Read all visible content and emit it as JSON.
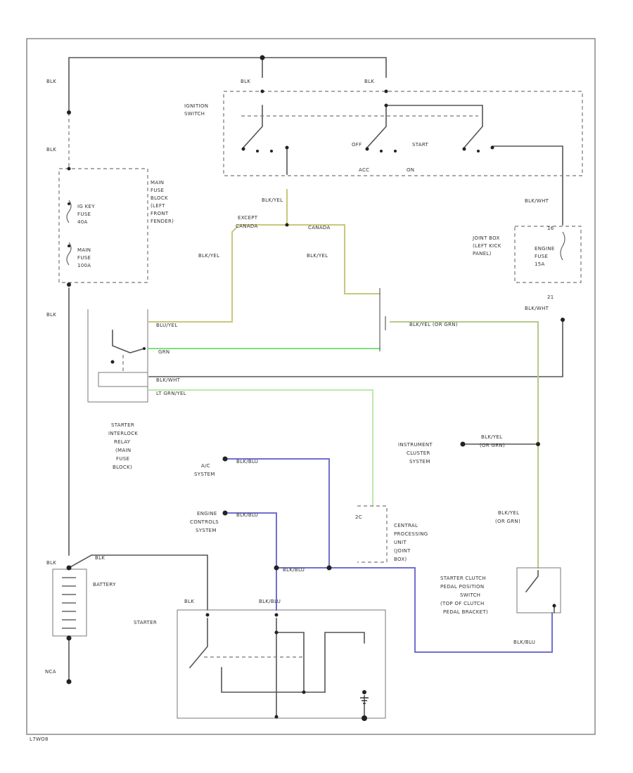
{
  "wire_colors": {
    "black": "#555555",
    "blue_yellow": "#c9c77a",
    "green": "#7ee07e",
    "light_green": "#bde8a8",
    "blue": "#6f6fd0",
    "yellow_green": "#b6c98a"
  },
  "labels": {
    "blk_top_left": "BLK",
    "blk_top_mid": "BLK",
    "blk_top_right": "BLK",
    "blk_left_2": "BLK",
    "blk_left_3": "BLK",
    "blk_battery": "BLK",
    "blk_battery_2": "BLK",
    "blk_starter": "BLK",
    "ignition_switch": [
      "IGNITION",
      "SWITCH"
    ],
    "off": "OFF",
    "start": "START",
    "acc": "ACC",
    "on": "ON",
    "main_fuse_block": [
      "MAIN",
      "FUSE",
      "BLOCK",
      "(LEFT",
      "FRONT",
      "FENDER)"
    ],
    "ig_key_fuse": [
      "IG KEY",
      "FUSE",
      "40A"
    ],
    "main_fuse": [
      "MAIN",
      "FUSE",
      "100A"
    ],
    "blk_yel_top": "BLK/YEL",
    "except_canada": [
      "EXCEPT",
      "CANADA"
    ],
    "canada": "CANADA",
    "blk_yel_left": "BLK/YEL",
    "blk_yel_mid": "BLK/YEL",
    "blk_wht_top": "BLK/WHT",
    "joint_box": [
      "JOINT BOX",
      "(LEFT KICK",
      "PANEL)"
    ],
    "engine_fuse": [
      "ENGINE",
      "FUSE",
      "15A"
    ],
    "fuse_no": "16",
    "connector_21": "21",
    "blk_wht_2": "BLK/WHT",
    "blu_yel_relay": "BLU/YEL",
    "blk_yel_or_grn": "BLK/YEL (OR GRN)",
    "grn": "GRN",
    "blk_wht_relay": "BLK/WHT",
    "lt_grn_yel": "LT GRN/YEL",
    "starter_interlock_relay": [
      "STARTER",
      "INTERLOCK",
      "RELAY",
      "(MAIN",
      "FUSE",
      "BLOCK)"
    ],
    "instrument_cluster": [
      "INSTRUMENT",
      "CLUSTER",
      "SYSTEM"
    ],
    "blk_yel_or_grn_right": [
      "BLK/YEL",
      "(OR GRN)"
    ],
    "ac_system": [
      "A/C",
      "SYSTEM"
    ],
    "blk_blu_ac": "BLK/BLU",
    "engine_controls": [
      "ENGINE",
      "CONTROLS",
      "SYSTEM"
    ],
    "blk_blu_engine": "BLK/BLU",
    "connector_2c": "2C",
    "cpu_joint_box": [
      "CENTRAL",
      "PROCESSING",
      "UNIT",
      "(JOINT",
      "BOX)"
    ],
    "blk_yel_or_grn_lower": [
      "BLK/YEL",
      "(OR GRN)"
    ],
    "blk_blu_mid": "BLK/BLU",
    "battery": "BATTERY",
    "clutch_switch": [
      "STARTER CLUTCH",
      "PEDAL POSITION",
      "SWITCH",
      "(TOP OF CLUTCH",
      "PEDAL BRACKET)"
    ],
    "blk_blu_starter": "BLK/BLU",
    "starter": "STARTER",
    "blk_blu_clutch": "BLK/BLU",
    "nca": "NCA",
    "diagram_id": "L7WO8"
  }
}
